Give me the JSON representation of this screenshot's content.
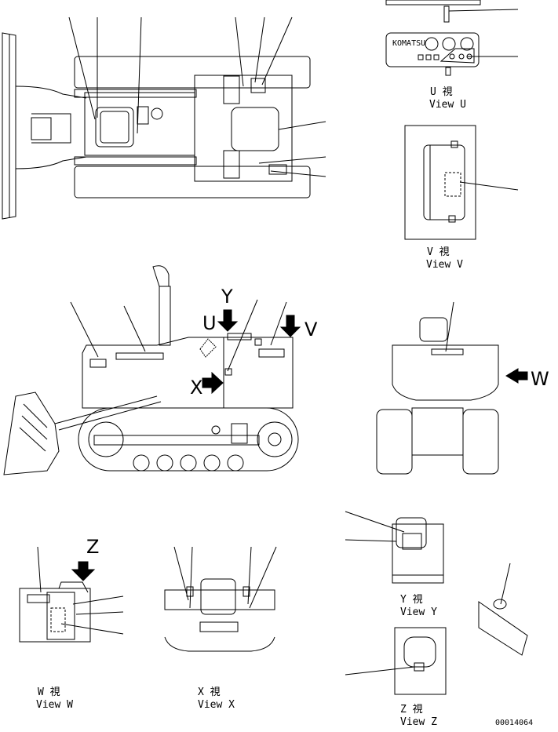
{
  "views": {
    "u": {
      "title": "U 視",
      "caption": "View U"
    },
    "v": {
      "title": "V 視",
      "caption": "View V"
    },
    "w": {
      "title": "W 視",
      "caption": "View W"
    },
    "x": {
      "title": "X 視",
      "caption": "View X"
    },
    "y": {
      "title": "Y 視",
      "caption": "View Y"
    },
    "z": {
      "title": "Z 視",
      "caption": "View Z"
    }
  },
  "arrow_labels": {
    "u": "U",
    "v": "V",
    "w": "W",
    "x": "X",
    "y": "Y",
    "z": "Z"
  },
  "panel_brand": "KOMATSU",
  "drawing_number": "00014064"
}
